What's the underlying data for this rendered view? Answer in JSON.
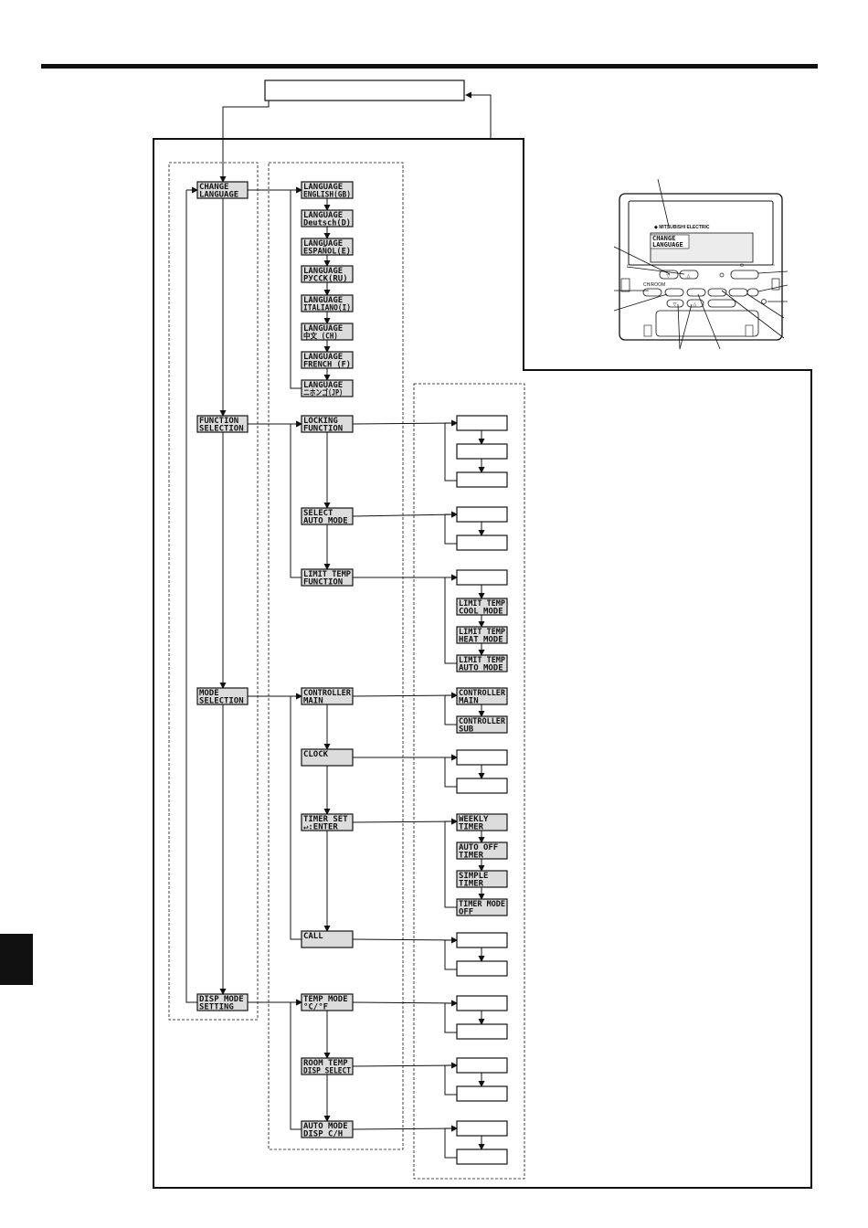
{
  "menu_level1": [
    {
      "id": "change-language",
      "lines": [
        "CHANGE",
        "LANGUAGE"
      ]
    },
    {
      "id": "function-selection",
      "lines": [
        "FUNCTION",
        "SELECTION"
      ]
    },
    {
      "id": "mode-selection",
      "lines": [
        "MODE",
        "SELECTION"
      ]
    },
    {
      "id": "disp-mode-setting",
      "lines": [
        "DISP MODE",
        "SETTING"
      ]
    }
  ],
  "languages": [
    [
      "LANGUAGE",
      "ENGLISH(GB)"
    ],
    [
      "LANGUAGE",
      "Deutsch(D)"
    ],
    [
      "LANGUAGE",
      "ESPAÑOL(E)"
    ],
    [
      "LANGUAGE",
      "РУССК(RU)"
    ],
    [
      "LANGUAGE",
      "ITALIANO(I)"
    ],
    [
      "LANGUAGE",
      "中文 (CH)"
    ],
    [
      "LANGUAGE",
      "FRENCH (F)"
    ],
    [
      "LANGUAGE",
      "ニホンゴ(JP)"
    ]
  ],
  "function_items": [
    [
      "LOCKING",
      "FUNCTION"
    ],
    [
      "SELECT",
      "AUTO MODE"
    ],
    [
      "LIMIT TEMP",
      "FUNCTION"
    ]
  ],
  "limit_temp_items": [
    [
      "LIMIT TEMP",
      "COOL MODE"
    ],
    [
      "LIMIT TEMP",
      "HEAT MODE"
    ],
    [
      "LIMIT TEMP",
      "AUTO MODE"
    ]
  ],
  "mode_items": [
    [
      "CONTROLLER",
      "MAIN"
    ],
    [
      "CLOCK"
    ],
    [
      "TIMER SET",
      "↵:ENTER"
    ],
    [
      "CALL"
    ]
  ],
  "controller_items": [
    [
      "CONTROLLER",
      "MAIN"
    ],
    [
      "CONTROLLER",
      "SUB"
    ]
  ],
  "timer_items": [
    [
      "WEEKLY",
      "TIMER"
    ],
    [
      "AUTO OFF",
      "TIMER"
    ],
    [
      "SIMPLE",
      "TIMER"
    ],
    [
      "TIMER MODE",
      "OFF"
    ]
  ],
  "disp_items": [
    [
      "TEMP MODE",
      "°C/°F"
    ],
    [
      "ROOM TEMP",
      "DISP SELECT"
    ],
    [
      "AUTO MODE",
      "DISP C/H"
    ]
  ],
  "remote": {
    "brand": "MITSUBISHI ELECTRIC",
    "display_lines": [
      "CHANGE",
      "LANGUAGE"
    ],
    "power_symbol": "⏻",
    "ch_label": "CH/ROOM"
  },
  "colors": {
    "line": "#111111",
    "lcd_fill": "#dcdcdc",
    "remote_screen": "#ececec",
    "tab": "#111111"
  }
}
